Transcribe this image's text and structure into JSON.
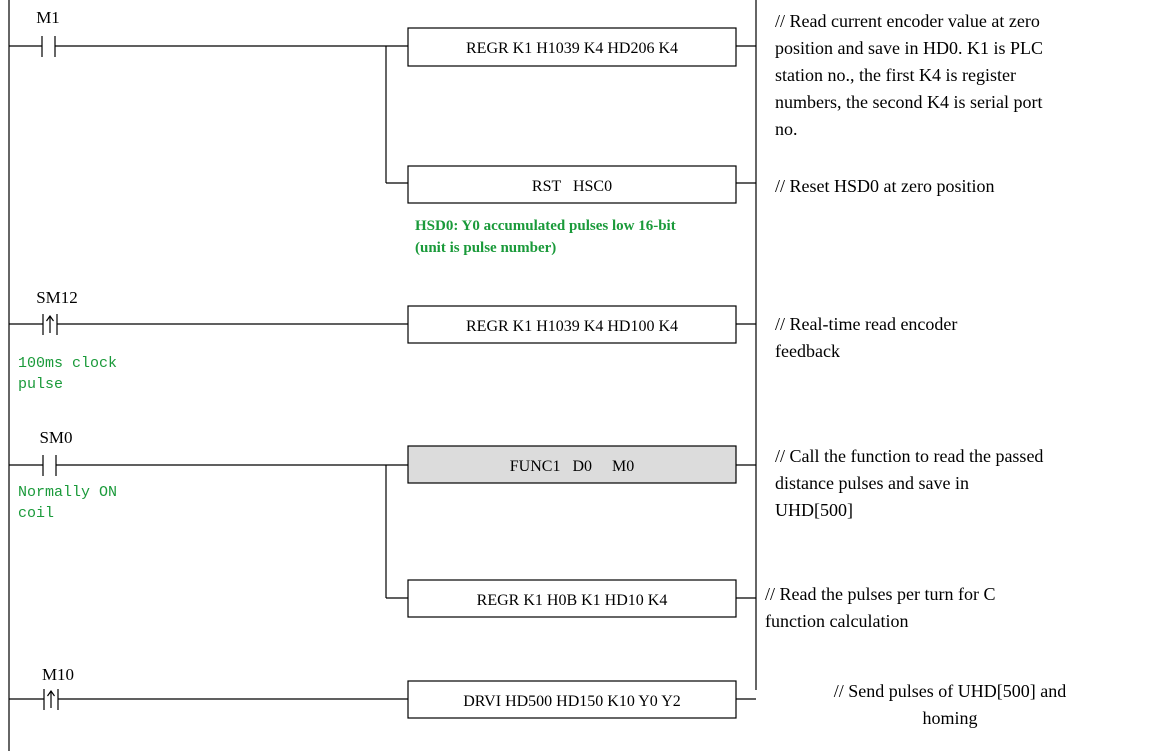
{
  "colors": {
    "ink": "#000000",
    "annotation_green": "#1a9a3a",
    "function_box_fill": "#dcdcdc"
  },
  "rungs": [
    {
      "contact": "M1",
      "contact_type": "normally-open",
      "instructions": [
        "REGR K1 H1039 K4 HD206 K4",
        "RST   HSC0"
      ],
      "comments": [
        [
          "// Read current encoder value at zero",
          "position and save in HD0. K1 is PLC",
          "station no., the first K4 is register",
          "numbers, the second K4 is  serial port",
          "no."
        ],
        [
          "// Reset HSD0 at zero position"
        ]
      ],
      "note": [
        "HSD0: Y0 accumulated pulses low 16-bit",
        "(unit is pulse number)"
      ]
    },
    {
      "contact": "SM12",
      "contact_type": "rising-edge",
      "contact_note": [
        "100ms clock",
        "pulse"
      ],
      "instructions": [
        "REGR K1 H1039 K4 HD100 K4"
      ],
      "comments": [
        [
          "// Real-time read encoder",
          "feedback"
        ]
      ]
    },
    {
      "contact": "SM0",
      "contact_type": "normally-open",
      "contact_note": [
        "Normally ON",
        "coil"
      ],
      "instructions": [
        "FUNC1   D0     M0",
        "REGR K1 H0B K1 HD10 K4"
      ],
      "comments": [
        [
          "// Call the function to read the passed",
          "distance pulses and save in",
          "UHD[500]"
        ],
        [
          "// Read the pulses per turn for C",
          "function calculation"
        ]
      ]
    },
    {
      "contact": "M10",
      "contact_type": "rising-edge",
      "instructions": [
        "DRVI HD500 HD150 K10 Y0 Y2"
      ],
      "comments": [
        [
          "// Send pulses of UHD[500] and",
          "homing"
        ]
      ]
    }
  ]
}
